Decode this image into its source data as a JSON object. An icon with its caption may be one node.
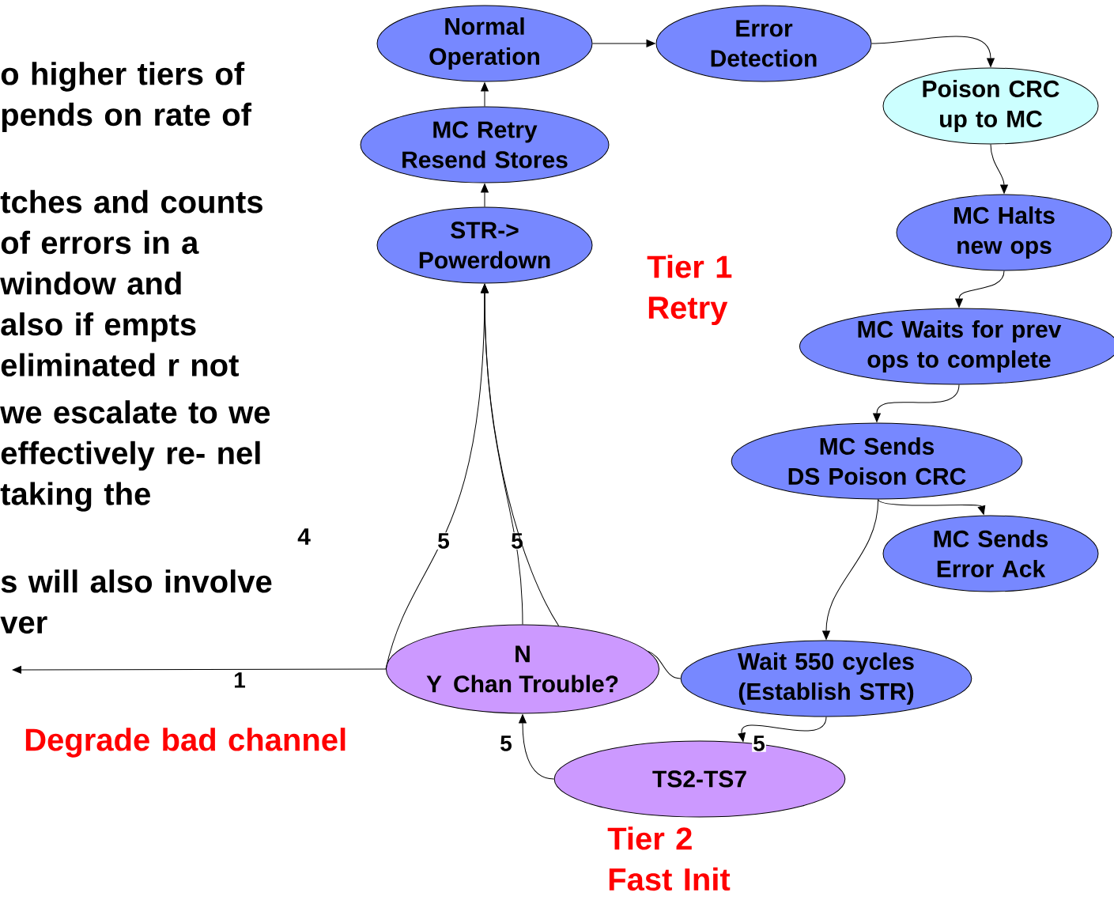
{
  "diagram": {
    "nodes": [
      {
        "text": [
          "Normal Operation"
        ]
      },
      {
        "text": [
          "Error Detection"
        ]
      },
      {
        "text": [
          "Poison CRC up to MC"
        ]
      },
      {
        "text": [
          "MC Retry Resend Stores"
        ]
      },
      {
        "text": [
          "MC Halts new ops"
        ]
      },
      {
        "text": [
          "STR-> Powerdown"
        ]
      },
      {
        "text": [
          "MC Waits for prev ops to complete"
        ]
      },
      {
        "text": [
          "MC Sends",
          "DS Poison CRC"
        ]
      },
      {
        "text": [
          "MC Sends Error Ack"
        ]
      },
      {
        "text": [
          "N",
          "Y",
          "Chan Trouble?"
        ]
      },
      {
        "text": [
          "Wait 550 cycles",
          "(Establish STR)"
        ]
      },
      {
        "text": [
          "TS2-TS7"
        ]
      }
    ],
    "edges": [
      {
        "from": 0,
        "to": 1,
        "arrow": "to"
      },
      {
        "from": 1,
        "to": 2,
        "arrow": "to"
      },
      {
        "from": 2,
        "to": 4,
        "arrow": "to"
      },
      {
        "from": 4,
        "to": 6,
        "arrow": "to"
      },
      {
        "from": 6,
        "to": 7,
        "arrow": "to"
      },
      {
        "from": 7,
        "to": 8,
        "arrow": "to"
      },
      {
        "from": 7,
        "to": 10,
        "arrow": "to"
      },
      {
        "from": 10,
        "to": 11,
        "arrow": "to",
        "label": "5"
      },
      {
        "from": 11,
        "to": 9,
        "arrow": "to",
        "label": "5"
      },
      {
        "from": 9,
        "to": 5,
        "arrow": "to",
        "label": "5"
      },
      {
        "from": 9,
        "to": 5,
        "arrow": "to",
        "label": "5"
      },
      {
        "from": 10,
        "to": 9,
        "arrow": "none"
      },
      {
        "from": 9,
        "to": 5,
        "arrow": "to"
      },
      {
        "from": 9,
        "to": null,
        "arrow": "to",
        "label": "1"
      },
      {
        "from": 5,
        "to": 3,
        "arrow": "to"
      },
      {
        "from": 3,
        "to": 0,
        "arrow": "to"
      }
    ],
    "labels": [
      "o higher tiers of pends on rate of",
      "tches and counts of errors in a window and also if empts eliminated r not",
      "Tier 1 Retry",
      "we escalate to we effectively re- nel taking the",
      "4",
      "s will also involve ver",
      "Degrade bad channel",
      "Tier 2 Fast Init"
    ]
  }
}
